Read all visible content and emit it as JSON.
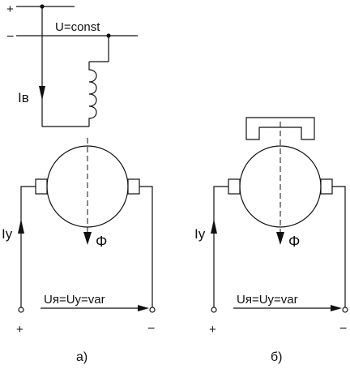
{
  "diagram": {
    "field_supply": {
      "plus": "+",
      "minus": "−",
      "voltage_label": "U=const",
      "current_label": "Iв"
    },
    "circuit_a": {
      "current_label": "Iу",
      "flux_label": "Φ",
      "voltage_label": "Uя=Uу=var",
      "plus": "+",
      "minus": "−",
      "caption": "а)"
    },
    "circuit_b": {
      "current_label": "Iу",
      "flux_label": "Φ",
      "voltage_label": "Uя=Uу=var",
      "plus": "+",
      "minus": "−",
      "caption": "б)"
    }
  }
}
